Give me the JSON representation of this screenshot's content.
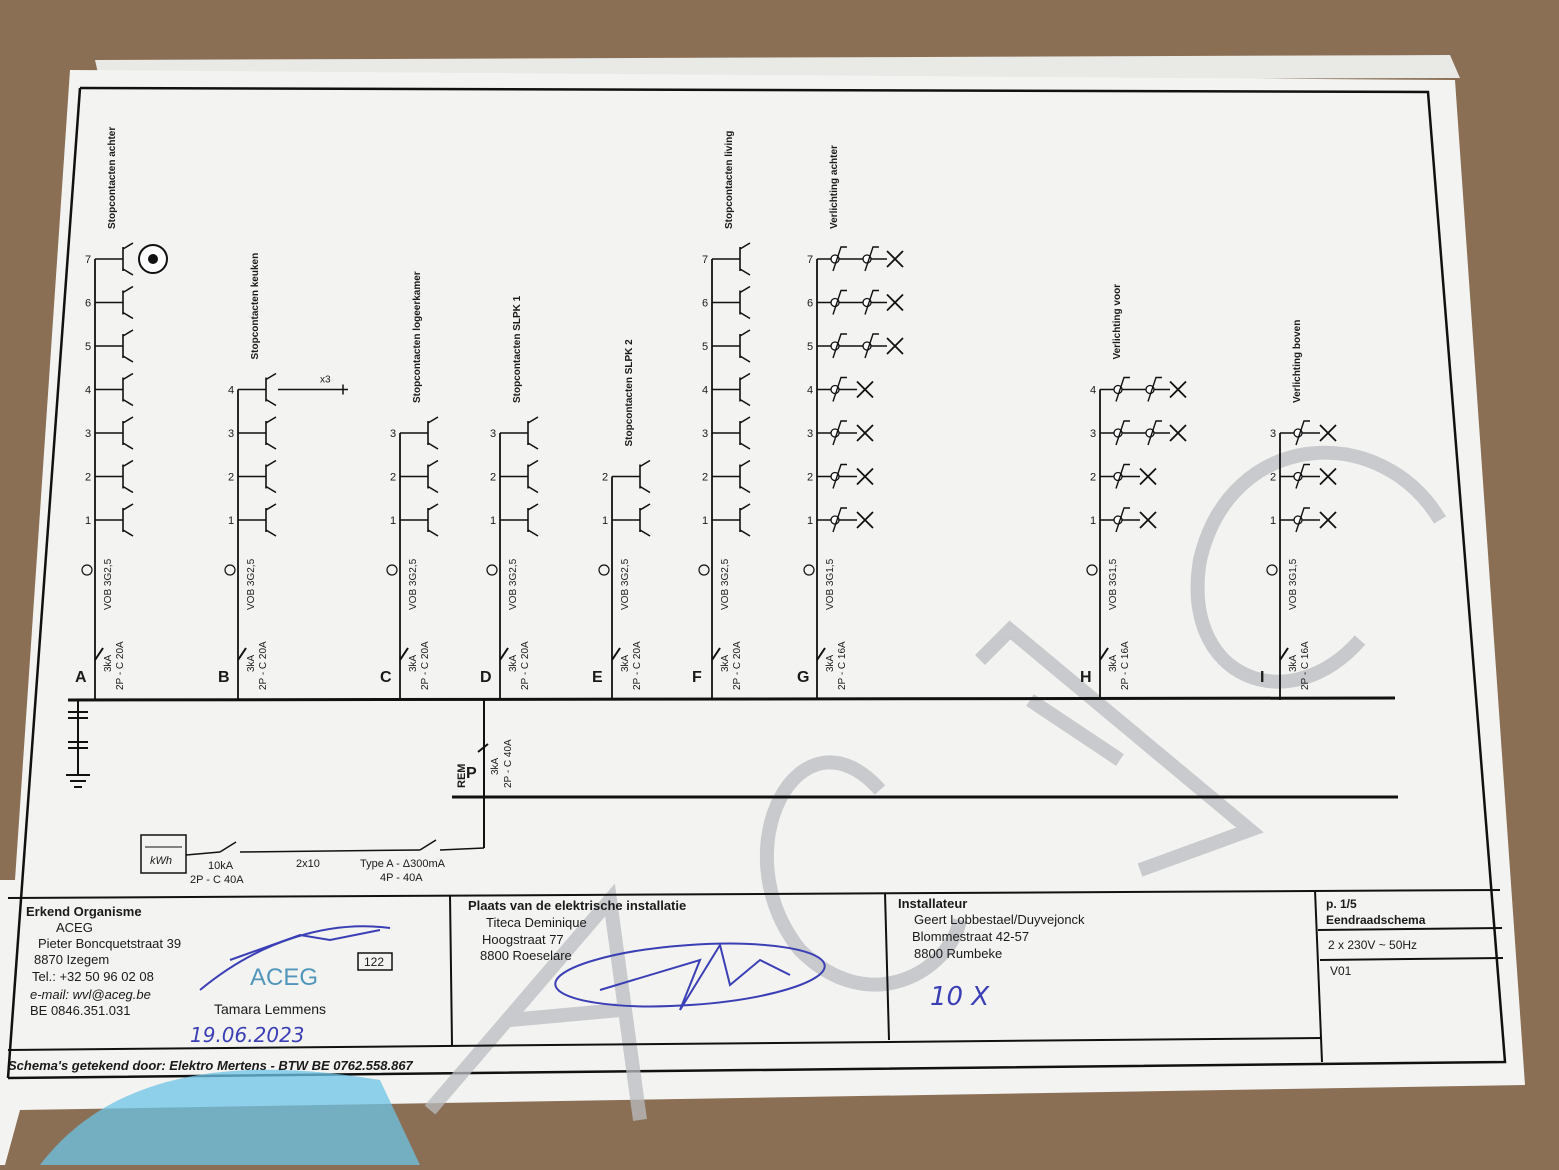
{
  "circuits": [
    {
      "id": "A",
      "rating": "2P - C 20A",
      "breaking": "3kA",
      "cable": "VOB 3G2,5",
      "label": "Stopcontacten achter",
      "points": [
        "1",
        "2",
        "3",
        "4",
        "5",
        "6",
        "7"
      ]
    },
    {
      "id": "B",
      "rating": "2P - C 20A",
      "breaking": "3kA",
      "cable": "VOB 3G2,5",
      "label": "Stopcontacten keuken",
      "points": [
        "1",
        "2",
        "3",
        "4"
      ],
      "multiplier": "x3"
    },
    {
      "id": "C",
      "rating": "2P - C 20A",
      "breaking": "3kA",
      "cable": "VOB 3G2,5",
      "label": "Stopcontacten logeerkamer",
      "points": [
        "1",
        "2",
        "3"
      ]
    },
    {
      "id": "D",
      "rating": "2P - C 20A",
      "breaking": "3kA",
      "cable": "VOB 3G2,5",
      "label": "Stopcontacten SLPK 1",
      "points": [
        "1",
        "2",
        "3"
      ]
    },
    {
      "id": "E",
      "rating": "2P - C 20A",
      "breaking": "3kA",
      "cable": "VOB 3G2,5",
      "label": "Stopcontacten SLPK 2",
      "points": [
        "1",
        "2"
      ]
    },
    {
      "id": "F",
      "rating": "2P - C 20A",
      "breaking": "3kA",
      "cable": "VOB 3G2,5",
      "label": "Stopcontacten living",
      "points": [
        "1",
        "2",
        "3",
        "4",
        "5",
        "6",
        "7"
      ]
    },
    {
      "id": "G",
      "rating": "2P - C 16A",
      "breaking": "3kA",
      "cable": "VOB 3G1,5",
      "label": "Verlichting achter",
      "points": [
        "1",
        "2",
        "3",
        "4",
        "5",
        "6",
        "7"
      ]
    },
    {
      "id": "H",
      "rating": "2P - C 16A",
      "breaking": "3kA",
      "cable": "VOB 3G1,5",
      "label": "Verlichting voor",
      "points": [
        "1",
        "2",
        "3",
        "4"
      ]
    },
    {
      "id": "I",
      "rating": "2P - C 16A",
      "breaking": "3kA",
      "cable": "VOB 3G1,5",
      "label": "Verlichting boven",
      "points": [
        "1",
        "2",
        "3"
      ]
    }
  ],
  "supply": {
    "meter": "kWh",
    "main_breaker_ka": "10kA",
    "main_breaker": "2P - C 40A",
    "cable": "2x10",
    "differential": "Type A - Δ300mA",
    "differential_rating": "4P - 40A",
    "rem_label": "REM",
    "rem_id": "P",
    "rem_ka": "3kA",
    "rem_rating": "2P - C 40A"
  },
  "title_block": {
    "organism_heading": "Erkend Organisme",
    "organism_lines": [
      "ACEG",
      "Pieter Boncquetstraat 39",
      "8870 Izegem",
      "Tel.: +32 50 96 02 08",
      "e-mail: wvl@aceg.be",
      "BE 0846.351.031"
    ],
    "inspector_name": "Tamara Lemmens",
    "inspector_no": "122",
    "stamp_logo": "ACEG",
    "signed_date": "19.06.2023",
    "location_heading": "Plaats van de elektrische installatie",
    "location_lines": [
      "Titeca Deminique",
      "Hoogstraat 77",
      "8800 Roeselare"
    ],
    "installer_heading": "Installateur",
    "installer_lines": [
      "Geert Lobbestael/Duyvejonck",
      "Blommestraat  42-57",
      "8800 Rumbeke"
    ],
    "handwritten_mark": "10  X",
    "page": "p. 1/5",
    "sheet_title": "Eendraadschema",
    "voltage": "2 x 230V ~ 50Hz",
    "version": "V01",
    "drawn_by": "Schema's getekend door:  Elektro Mertens - BTW BE 0762.558.867"
  },
  "watermark": "ACEG",
  "colors": {
    "paper": "#f3f3f1",
    "table": "#8a6f55",
    "ink": "#3a3fb5",
    "watermark": "#b9bcc0",
    "stamp": "#6cc3e6"
  }
}
